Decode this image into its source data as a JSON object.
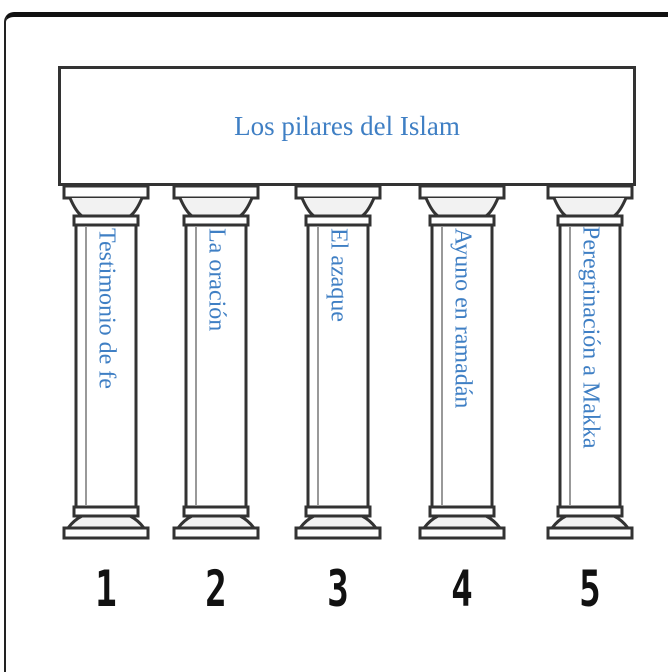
{
  "diagram": {
    "title": "Los pilares del Islam",
    "pillars": [
      {
        "label": "Testimonio de fe",
        "number": "1"
      },
      {
        "label": "La oración",
        "number": "2"
      },
      {
        "label": "El azaque",
        "number": "3"
      },
      {
        "label": "Ayuno en ramadán",
        "number": "4"
      },
      {
        "label": "Peregrinación a Makka",
        "number": "5"
      }
    ]
  },
  "colors": {
    "label_blue": "#3f7fc4",
    "outline": "#333333"
  }
}
